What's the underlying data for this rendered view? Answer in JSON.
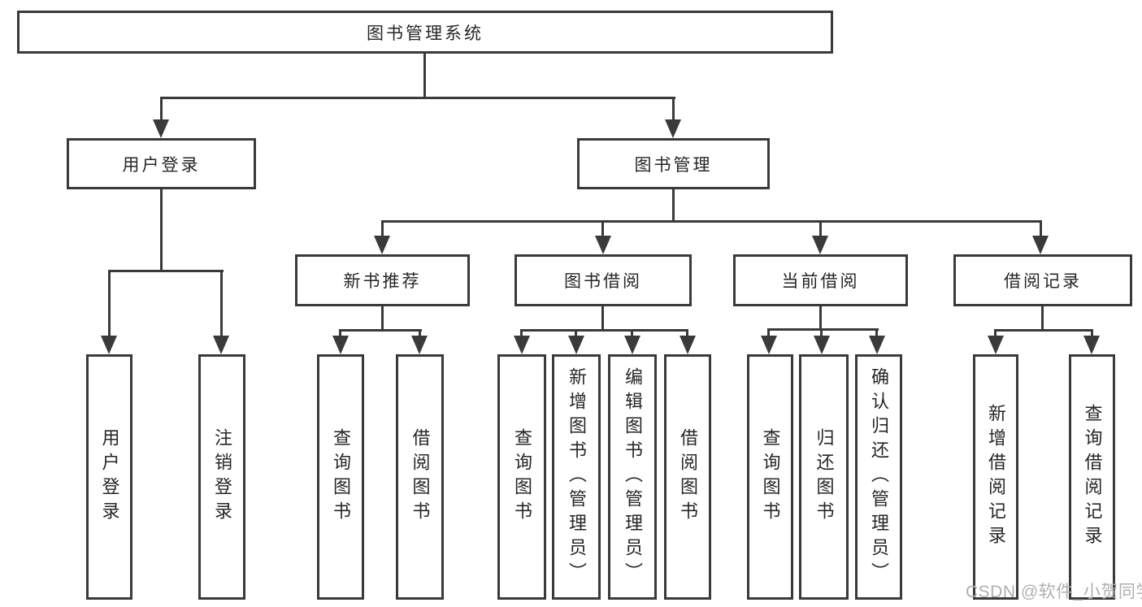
{
  "diagram": {
    "title": "图书管理系统",
    "colors": {
      "line": "#3a3a3a",
      "text": "#262626",
      "background": "#ffffff",
      "watermark": "#b0b0b0"
    },
    "tree": {
      "label": "图书管理系统",
      "children": [
        {
          "label": "用户登录",
          "children": [
            {
              "label": "用户登录"
            },
            {
              "label": "注销登录"
            }
          ]
        },
        {
          "label": "图书管理",
          "children": [
            {
              "label": "新书推荐",
              "children": [
                {
                  "label": "查询图书"
                },
                {
                  "label": "借阅图书"
                }
              ]
            },
            {
              "label": "图书借阅",
              "children": [
                {
                  "label": "查询图书"
                },
                {
                  "label": "新增图书（管理员）"
                },
                {
                  "label": "编辑图书（管理员）"
                },
                {
                  "label": "借阅图书"
                }
              ]
            },
            {
              "label": "当前借阅",
              "children": [
                {
                  "label": "查询图书"
                },
                {
                  "label": "归还图书"
                },
                {
                  "label": "确认归还（管理员）"
                }
              ]
            },
            {
              "label": "借阅记录",
              "children": [
                {
                  "label": "新增借阅记录"
                },
                {
                  "label": "查询借阅记录"
                }
              ]
            }
          ]
        }
      ]
    }
  },
  "watermark": {
    "text": "CSDN @软件_小贺同学"
  }
}
